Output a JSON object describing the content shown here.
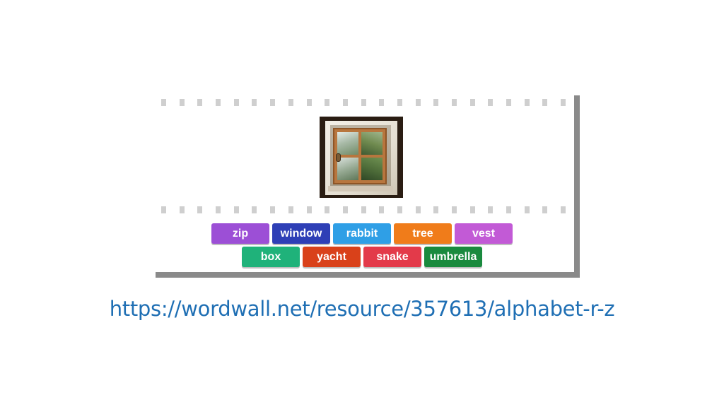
{
  "tiles": {
    "row1": [
      {
        "label": "zip",
        "color": "#9c4fd6"
      },
      {
        "label": "window",
        "color": "#2e3fb6"
      },
      {
        "label": "rabbit",
        "color": "#2f9fe6"
      },
      {
        "label": "tree",
        "color": "#f07c1a"
      },
      {
        "label": "vest",
        "color": "#c25ad6"
      }
    ],
    "row2": [
      {
        "label": "box",
        "color": "#1fb27a"
      },
      {
        "label": "yacht",
        "color": "#d9411a"
      },
      {
        "label": "snake",
        "color": "#e33a4a"
      },
      {
        "label": "umbrella",
        "color": "#1a8a3e"
      }
    ]
  },
  "footer": {
    "url": "https://wordwall.net/resource/357613/alphabet-r-z",
    "link_color": "#1f6fb4"
  },
  "frame": {
    "shadow_color": "#8a8a8a",
    "dash_color": "#cfcfcf"
  }
}
